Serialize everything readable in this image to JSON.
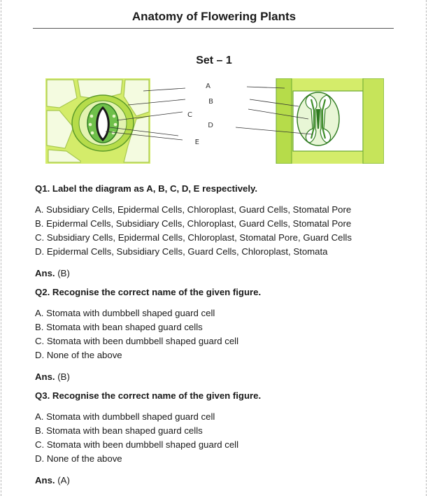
{
  "header": {
    "title": "Anatomy of Flowering Plants",
    "set_label": "Set – 1"
  },
  "figure": {
    "labels": [
      "A",
      "B",
      "C",
      "D",
      "E"
    ],
    "colors": {
      "light_green": "#d4ec6a",
      "mid_green": "#a8d64a",
      "dark_green": "#3f8f2a",
      "cell_fill": "#ffffff"
    }
  },
  "questions": [
    {
      "question": "Q1. Label the diagram as A, B, C, D, E respectively.",
      "options": [
        "A. Subsidiary Cells, Epidermal Cells, Chloroplast, Guard Cells, Stomatal Pore",
        "B. Epidermal Cells, Subsidiary Cells, Chloroplast, Guard Cells, Stomatal Pore",
        "C. Subsidiary Cells, Epidermal Cells, Chloroplast, Stomatal Pore, Guard Cells",
        "D. Epidermal Cells, Subsidiary Cells, Guard Cells, Chloroplast, Stomata"
      ],
      "answer_label": "Ans.",
      "answer_value": "(B)"
    },
    {
      "question": "Q2. Recognise the correct name of the given figure.",
      "options": [
        "A. Stomata with dumbbell shaped guard cell",
        "B. Stomata with bean shaped guard cells",
        "C. Stomata with been dumbbell shaped guard cell",
        "D. None of the above"
      ],
      "answer_label": "Ans.",
      "answer_value": "(B)"
    },
    {
      "question": "Q3. Recognise the correct name of the given figure.",
      "options": [
        "A. Stomata with dumbbell shaped guard cell",
        "B. Stomata with bean shaped guard cells",
        "C. Stomata with been dumbbell shaped guard cell",
        "D. None of the above"
      ],
      "answer_label": "Ans.",
      "answer_value": "(A)"
    }
  ]
}
